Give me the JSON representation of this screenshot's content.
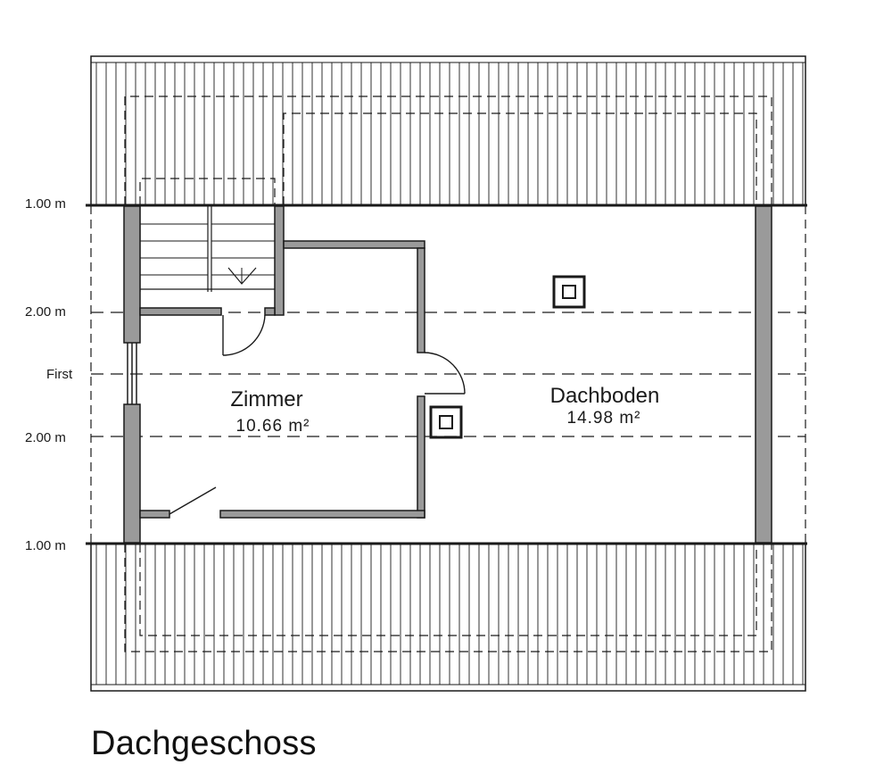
{
  "plan": {
    "title": "Dachgeschoss",
    "level_labels": {
      "eave_top": "1.00 m",
      "upper_2m": "2.00 m",
      "ridge": "First",
      "lower_2m": "2.00 m",
      "eave_bottom": "1.00 m"
    },
    "rooms": [
      {
        "name": "Zimmer",
        "area": "10.66 m²"
      },
      {
        "name": "Dachboden",
        "area": "14.98 m²"
      }
    ],
    "colors": {
      "wall_fill": "#9a9a9a",
      "line": "#1a1a1a",
      "background": "#ffffff"
    }
  }
}
